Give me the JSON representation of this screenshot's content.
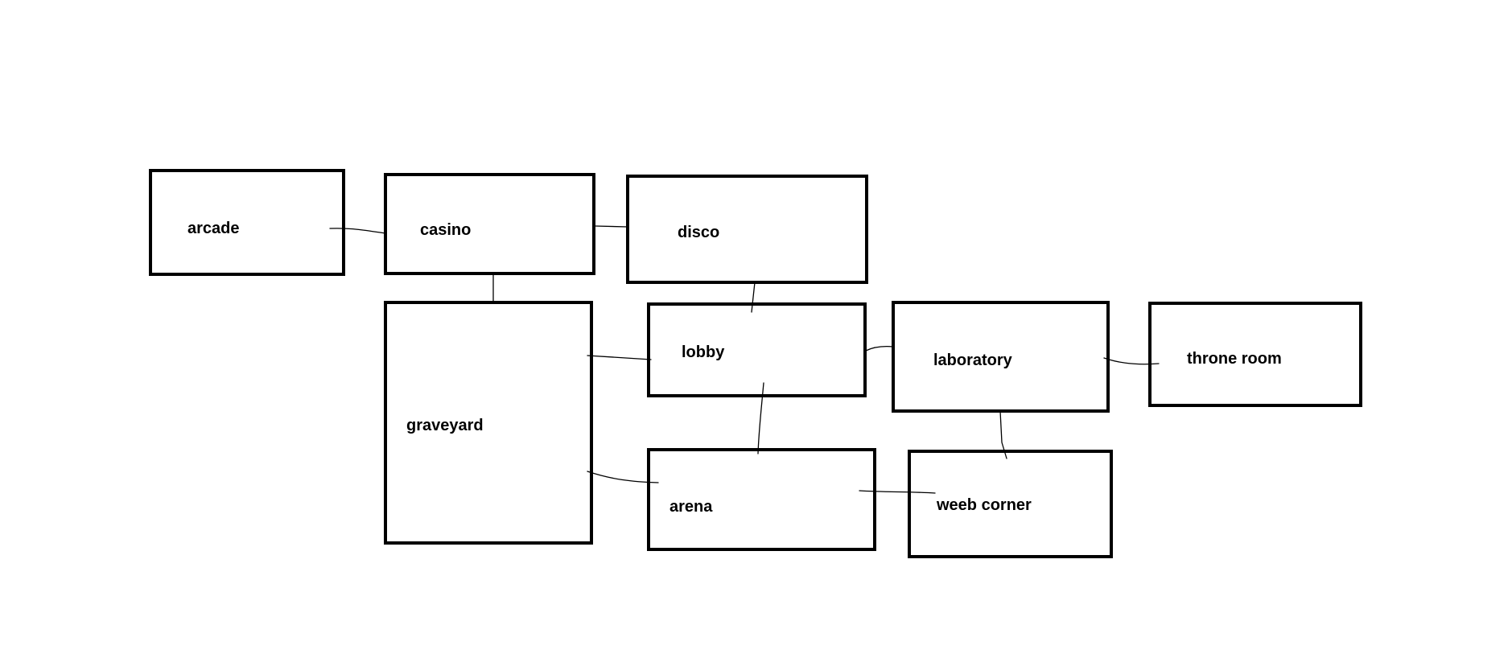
{
  "diagram": {
    "rooms": [
      {
        "id": "arcade",
        "label": "arcade"
      },
      {
        "id": "casino",
        "label": "casino"
      },
      {
        "id": "disco",
        "label": "disco"
      },
      {
        "id": "graveyard",
        "label": "graveyard"
      },
      {
        "id": "lobby",
        "label": "lobby"
      },
      {
        "id": "laboratory",
        "label": "laboratory"
      },
      {
        "id": "throne-room",
        "label": "throne room"
      },
      {
        "id": "arena",
        "label": "arena"
      },
      {
        "id": "weeb-corner",
        "label": "weeb corner"
      }
    ],
    "connections": [
      {
        "from": "arcade",
        "to": "casino"
      },
      {
        "from": "casino",
        "to": "disco"
      },
      {
        "from": "casino",
        "to": "graveyard"
      },
      {
        "from": "disco",
        "to": "lobby"
      },
      {
        "from": "graveyard",
        "to": "lobby"
      },
      {
        "from": "graveyard",
        "to": "arena"
      },
      {
        "from": "lobby",
        "to": "laboratory"
      },
      {
        "from": "lobby",
        "to": "arena"
      },
      {
        "from": "laboratory",
        "to": "throne-room"
      },
      {
        "from": "laboratory",
        "to": "weeb-corner"
      },
      {
        "from": "arena",
        "to": "weeb-corner"
      }
    ],
    "colors": {
      "stroke": "#000000",
      "background": "#ffffff"
    }
  }
}
